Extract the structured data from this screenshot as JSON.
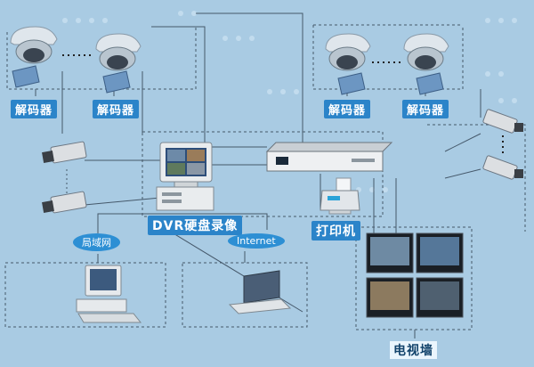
{
  "labels": {
    "decoder_1": "解码器",
    "decoder_2": "解码器",
    "decoder_3": "解码器",
    "decoder_4": "解码器",
    "dvr": "DVR硬盘录像",
    "printer": "打印机",
    "lan": "局域网",
    "internet": "Internet",
    "video_wall": "电视墙"
  },
  "colors": {
    "background": "#a9cbe3",
    "label_bg": "#2b84c9",
    "line": "#45586a"
  }
}
